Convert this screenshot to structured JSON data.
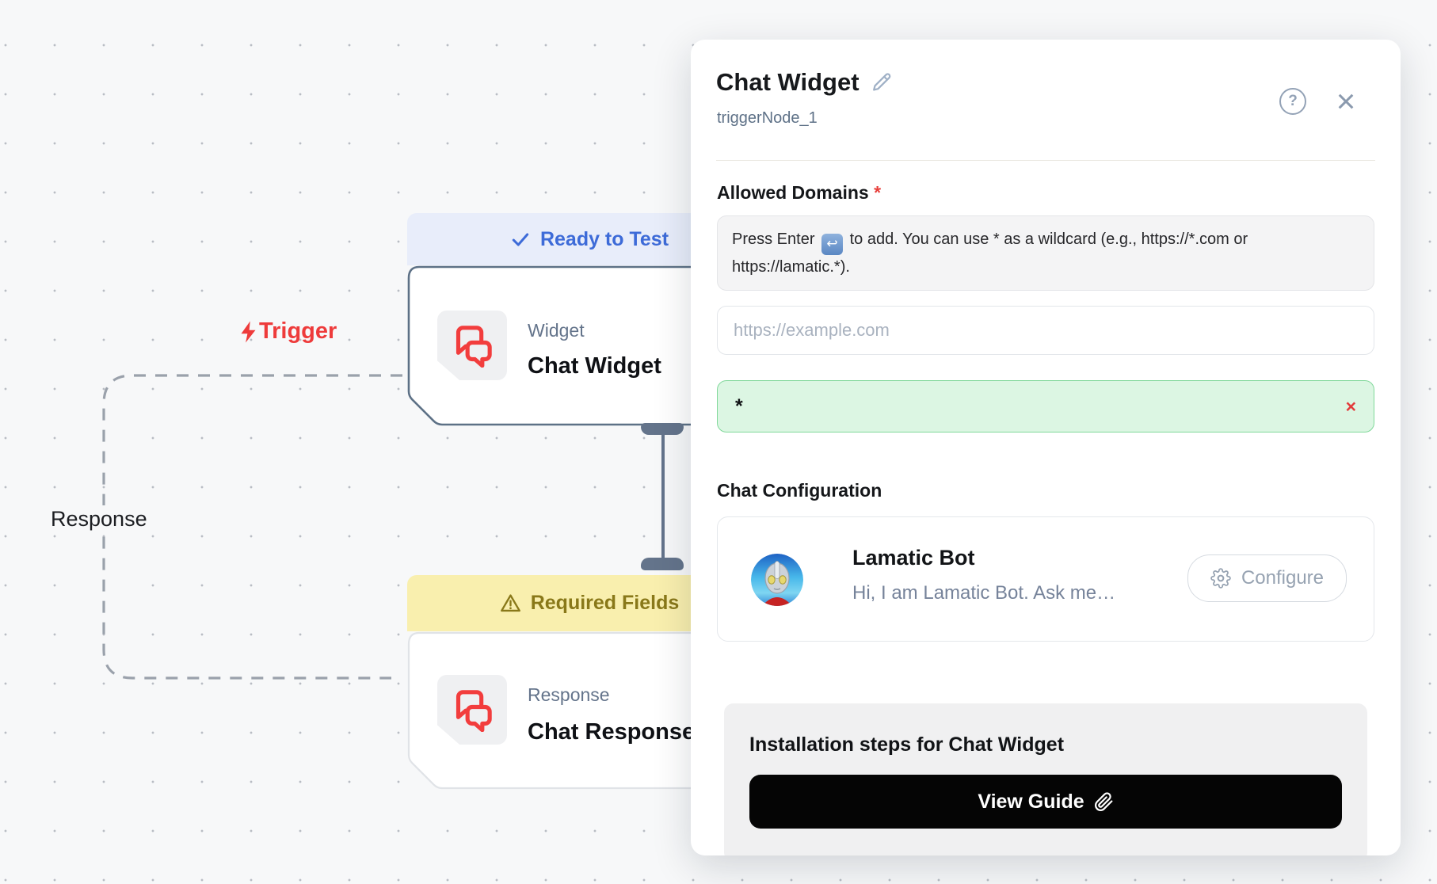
{
  "canvas": {
    "trigger_edge_label": "Trigger",
    "response_edge_label": "Response",
    "trigger_node": {
      "status": "Ready to Test",
      "category": "Widget",
      "title": "Chat Widget"
    },
    "response_node": {
      "status": "Required Fields",
      "category": "Response",
      "title": "Chat Response"
    }
  },
  "panel": {
    "title": "Chat Widget",
    "node_id": "triggerNode_1",
    "icons": {
      "help": "?",
      "close": "×"
    },
    "allowed_domains": {
      "label": "Allowed Domains",
      "required_mark": "*",
      "help_prefix": "Press Enter",
      "enter_key_symbol": "↩",
      "help_suffix": "to add. You can use * as a wildcard (e.g., https://*.com or https://lamatic.*).",
      "placeholder": "https://example.com",
      "entries": [
        {
          "value": "*",
          "remove_label": "×"
        }
      ]
    },
    "chat_config": {
      "heading": "Chat Configuration",
      "bot_name": "Lamatic Bot",
      "bot_tagline": "Hi, I am Lamatic Bot. Ask me…",
      "configure_label": "Configure"
    },
    "installation": {
      "heading": "Installation steps for Chat Widget",
      "button_label": "View Guide"
    }
  },
  "colors": {
    "accent_blue": "#3d6bd8",
    "ready_badge_bg": "#e8edfa",
    "required_badge_bg": "#f9efae",
    "required_badge_text": "#897819",
    "node_icon_red": "#f23d3d",
    "trigger_red": "#ee3b3b",
    "chip_bg": "#dcf6e3",
    "chip_border": "#80d89a",
    "remove_red": "#e23b3b",
    "connector_slate": "#64748b",
    "canvas_bg": "#f7f8f9"
  }
}
